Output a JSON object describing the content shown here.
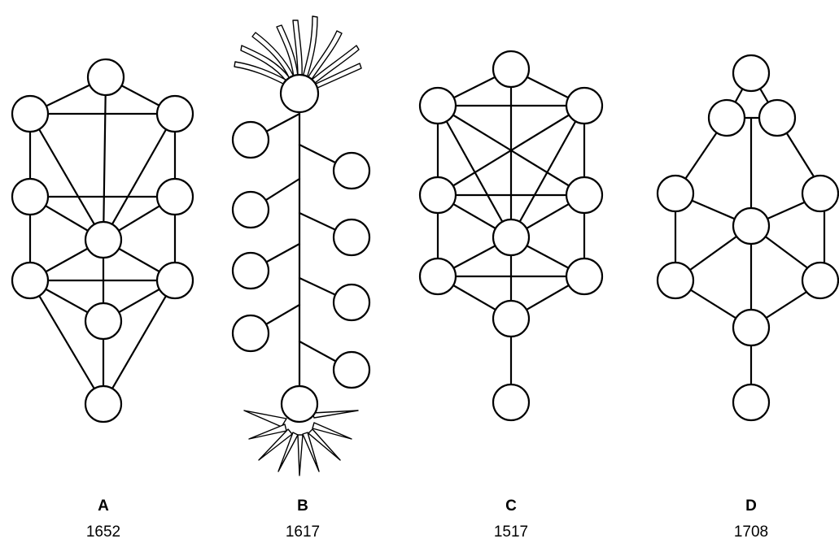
{
  "figure": {
    "panels": [
      {
        "letter": "A",
        "year": "1652"
      },
      {
        "letter": "B",
        "year": "1617"
      },
      {
        "letter": "C",
        "year": "1517"
      },
      {
        "letter": "D",
        "year": "1708"
      }
    ]
  }
}
